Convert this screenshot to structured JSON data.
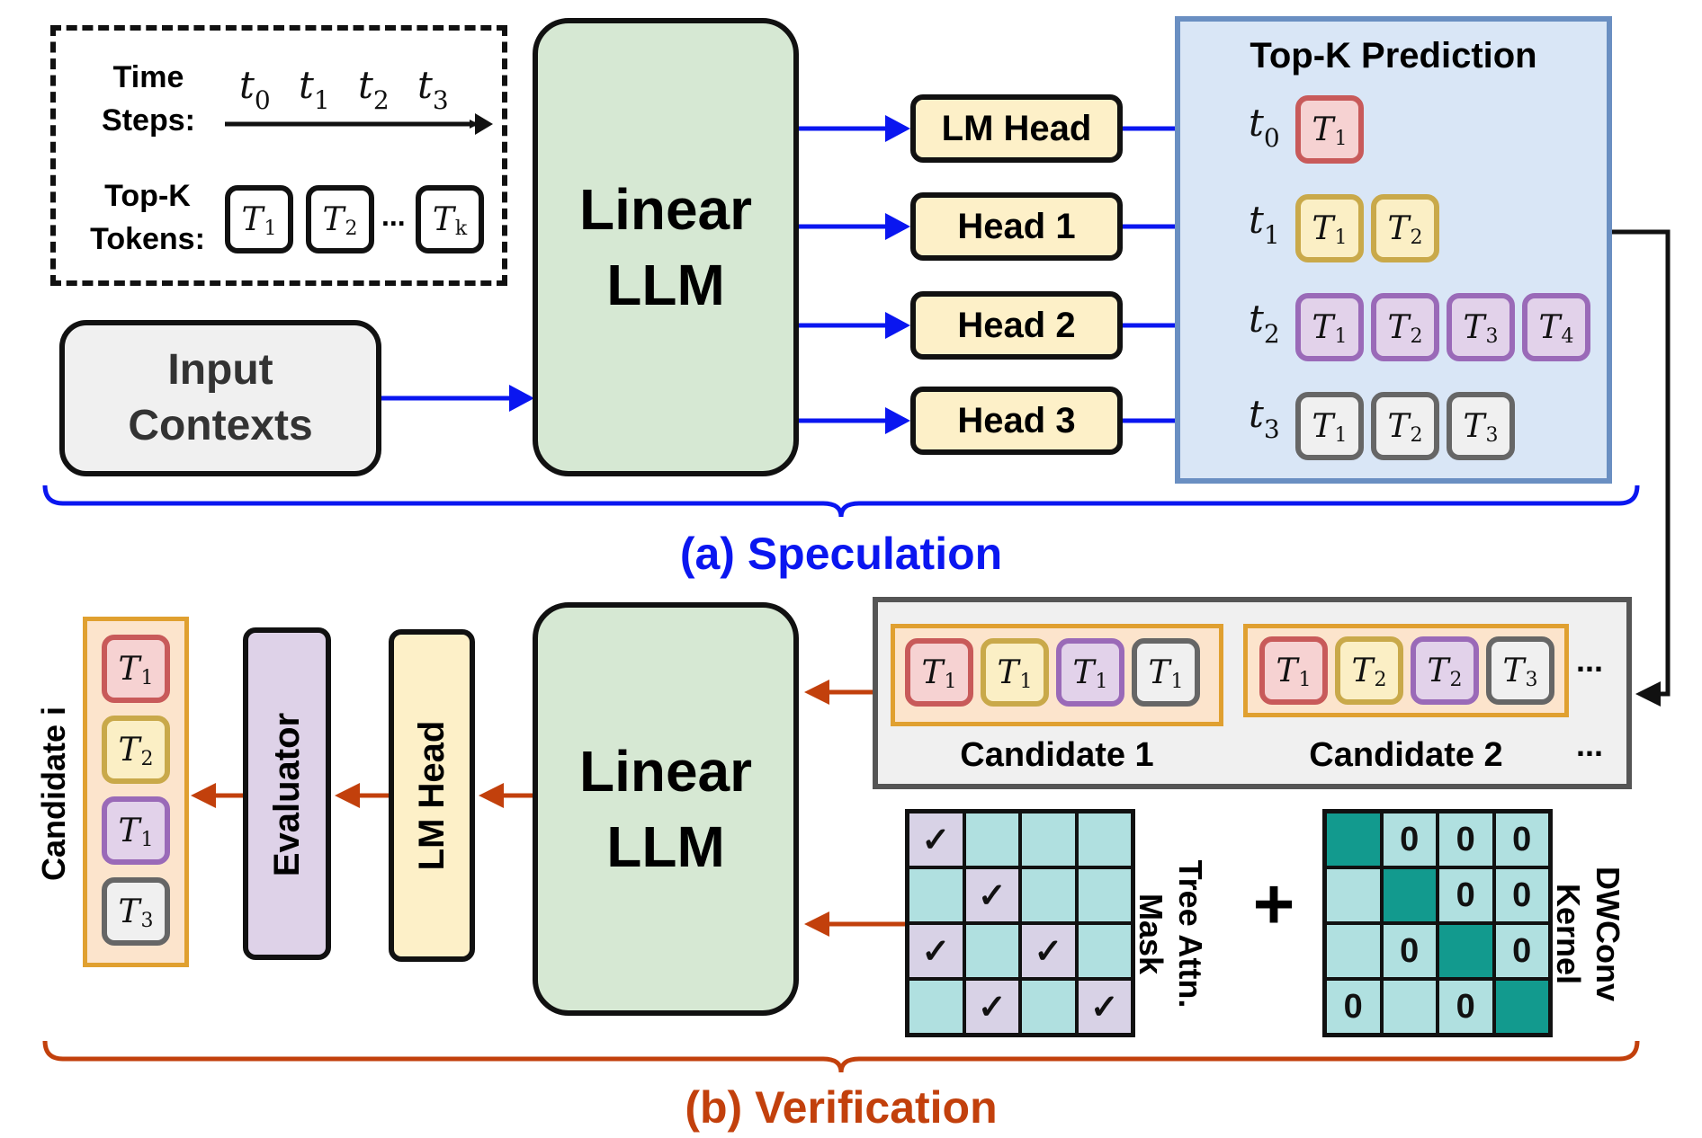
{
  "legend": {
    "time_steps_label_1": "Time",
    "time_steps_label_2": "Steps:",
    "time_ticks": [
      "t",
      "t",
      "t",
      "t"
    ],
    "time_subs": [
      "0",
      "1",
      "2",
      "3"
    ],
    "topk_label_1": "Top-K",
    "topk_label_2": "Tokens:",
    "tokens": [
      {
        "base": "T",
        "sub": "1"
      },
      {
        "base": "T",
        "sub": "2"
      },
      {
        "base": "T",
        "sub": "k"
      }
    ],
    "ellipsis": "..."
  },
  "input_contexts": {
    "line1": "Input",
    "line2": "Contexts"
  },
  "linear_llm": {
    "line1": "Linear",
    "line2": "LLM"
  },
  "heads": [
    "LM Head",
    "Head 1",
    "Head 2",
    "Head 3"
  ],
  "topk_prediction": {
    "title": "Top-K Prediction",
    "rows": [
      {
        "t": "t",
        "sub": "0",
        "tokens": [
          "1"
        ]
      },
      {
        "t": "t",
        "sub": "1",
        "tokens": [
          "1",
          "2"
        ]
      },
      {
        "t": "t",
        "sub": "2",
        "tokens": [
          "1",
          "2",
          "3",
          "4"
        ]
      },
      {
        "t": "t",
        "sub": "3",
        "tokens": [
          "1",
          "2",
          "3"
        ]
      }
    ]
  },
  "speculation_label": "(a) Speculation",
  "verification_label": "(b) Verification",
  "candidates": {
    "c1_label": "Candidate 1",
    "c2_label": "Candidate 2",
    "c1_tokens": [
      "1",
      "1",
      "1",
      "1"
    ],
    "c2_tokens": [
      "1",
      "2",
      "2",
      "3"
    ],
    "ellipsis": "..."
  },
  "tree_attn_mask": {
    "label_1": "Tree Attn.",
    "label_2": "Mask",
    "check": "✓"
  },
  "plus": "+",
  "dwconv_kernel": {
    "label_1": "DWConv",
    "label_2": "Kernel",
    "zero": "0"
  },
  "verification_stack": {
    "lm_head": "LM Head",
    "evaluator": "Evaluator",
    "candidate_i": "Candidate i",
    "tokens": [
      "1",
      "2",
      "1",
      "3"
    ]
  },
  "colors": {
    "blue_arrow": "#0a16f0",
    "red_arrow": "#c2400c",
    "llm_fill": "#d6e8d3",
    "head_fill": "#fdf0c8",
    "topk_fill": "#d9e6f6",
    "topk_border": "#6a8fc2",
    "mask_cell": "#b0e0e0",
    "mask_check": "#d8d2e6",
    "kernel_dark": "#129a8e"
  }
}
